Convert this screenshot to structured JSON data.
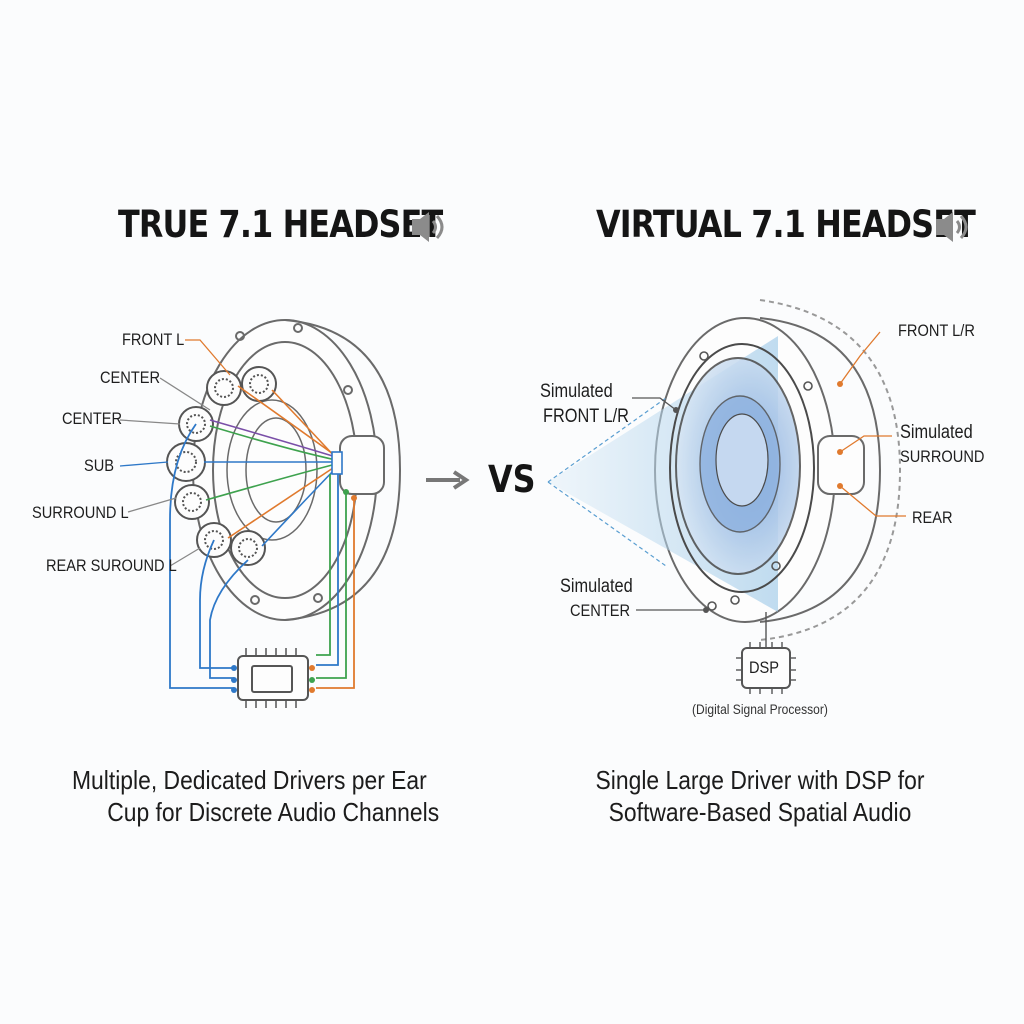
{
  "left": {
    "title": "TRUE 7.1 HEADSET",
    "labels": {
      "front_l": "FRONT L",
      "center_1": "CENTER",
      "center_2": "CENTER",
      "sub": "SUB",
      "surround_l": "SURROUND L",
      "rear_surround_l": "REAR SUROUND L"
    },
    "caption_line1": "Multiple, Dedicated Drivers per Ear",
    "caption_line2": "Cup for Discrete Audio Channels"
  },
  "center": {
    "vs": "VS"
  },
  "right": {
    "title": "VIRTUAL 7.1 HEADSET",
    "labels": {
      "simulated_front_1": "Simulated",
      "simulated_front_2": "FRONT L/R",
      "front_lr": "FRONT L/R",
      "simulated_surround_1": "Simulated",
      "simulated_surround_2": "SURROUND",
      "rear": "REAR",
      "simulated_center_1": "Simulated",
      "simulated_center_2": "CENTER",
      "dsp": "DSP",
      "dsp_full": "(Digital Signal Processor)"
    },
    "caption_line1": "Single Large Driver with DSP for",
    "caption_line2": "Software-Based Spatial Audio"
  },
  "colors": {
    "orange": "#e07a2e",
    "blue": "#2e78c8",
    "green": "#3ea24e",
    "line": "#6a6a6a",
    "wave": "#a9cde6"
  },
  "icons": [
    "speaker-icon",
    "arrow-right-icon",
    "chip-icon"
  ]
}
